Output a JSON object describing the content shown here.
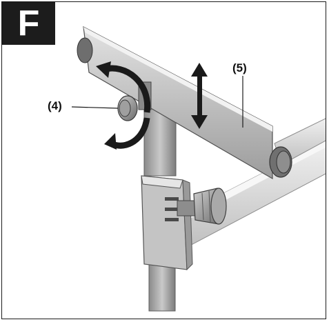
{
  "figure": {
    "step_letter": "F",
    "callouts": [
      {
        "id": "knob",
        "text": "(4)"
      },
      {
        "id": "arm",
        "text": "(5)"
      }
    ]
  },
  "colors": {
    "frame_border": "#1a1a1a",
    "badge_background": "#1c1c1c",
    "badge_text": "#ffffff",
    "metal_light": "#d9d9d9",
    "metal_mid": "#b3b3b3",
    "metal_dark": "#7a7a7a",
    "arrow": "#1a1a1a"
  },
  "icons": {
    "rotation": "rotate-arrow-icon",
    "vertical_adjust": "double-vertical-arrow-icon"
  }
}
